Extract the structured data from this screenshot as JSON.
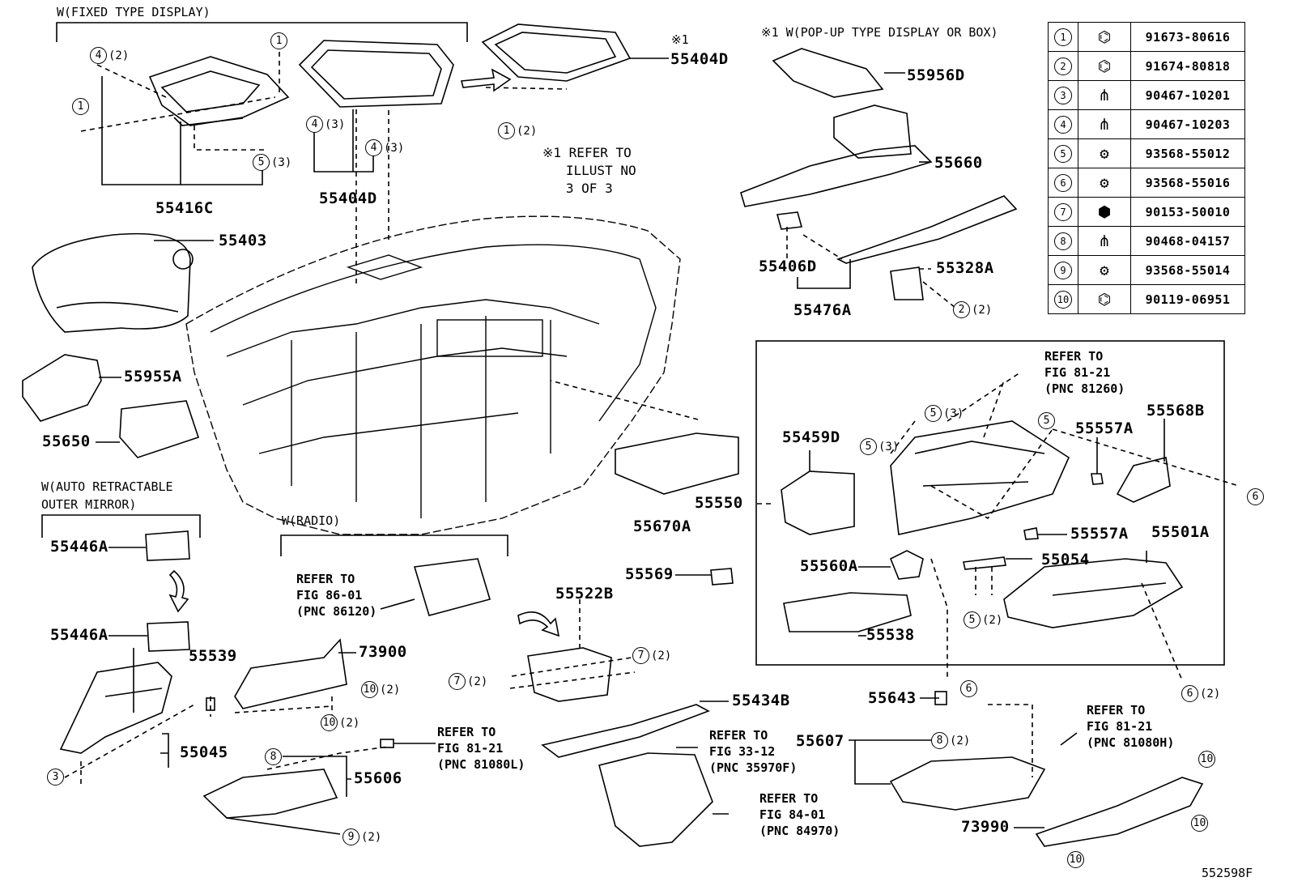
{
  "page_code": "552598F",
  "group_headings": {
    "fixed_display": "W(FIXED TYPE DISPLAY)",
    "popup_display": "※1 W(POP-UP TYPE DISPLAY OR BOX)",
    "auto_mirror_line1": "W(AUTO RETRACTABLE",
    "auto_mirror_line2": "OUTER MIRROR)",
    "radio": "W(RADIO)",
    "note_mark": "※1"
  },
  "part_numbers": {
    "p55404D_top": "55404D",
    "p55416C": "55416C",
    "p55404D": "55404D",
    "p55403": "55403",
    "p55955A": "55955A",
    "p55650": "55650",
    "p55446A_a": "55446A",
    "p55446A_b": "55446A",
    "p55539": "55539",
    "p55045": "55045",
    "p73900": "73900",
    "p55606": "55606",
    "p55522B": "55522B",
    "p55434B": "55434B",
    "p55569": "55569",
    "p55670A": "55670A",
    "p55550": "55550",
    "p55956D": "55956D",
    "p55660": "55660",
    "p55406D": "55406D",
    "p55476A": "55476A",
    "p55328A": "55328A",
    "p55459D": "55459D",
    "p55557A_a": "55557A",
    "p55568B": "55568B",
    "p55557A_b": "55557A",
    "p55501A": "55501A",
    "p55560A": "55560A",
    "p55054": "55054",
    "p55538": "55538",
    "p55643": "55643",
    "p55607": "55607",
    "p73990": "73990"
  },
  "references": {
    "illust": "※1 REFER TO\n   ILLUST NO\n   3 OF 3",
    "fig86": "REFER TO\nFIG 86-01\n(PNC 86120)",
    "fig81_81260": "REFER TO\nFIG 81-21\n(PNC 81260)",
    "fig81_81080L": "REFER TO\nFIG 81-21\n(PNC 81080L)",
    "fig33": "REFER TO\nFIG 33-12\n(PNC 35970F)",
    "fig84": "REFER TO\nFIG 84-01\n(PNC 84970)",
    "fig81_81080H": "REFER TO\nFIG 81-21\n(PNC 81080H)"
  },
  "callouts": [
    {
      "id": "c1",
      "num": "4",
      "qty": "(2)"
    },
    {
      "id": "c2",
      "num": "1",
      "qty": ""
    },
    {
      "id": "c3",
      "num": "1",
      "qty": ""
    },
    {
      "id": "c4",
      "num": "5",
      "qty": "(3)"
    },
    {
      "id": "c5",
      "num": "4",
      "qty": "(3)"
    },
    {
      "id": "c6",
      "num": "4",
      "qty": "(3)"
    },
    {
      "id": "c7",
      "num": "1",
      "qty": "(2)"
    },
    {
      "id": "c8",
      "num": "2",
      "qty": "(2)"
    },
    {
      "id": "c9",
      "num": "3",
      "qty": ""
    },
    {
      "id": "c10",
      "num": "10",
      "qty": "(2)"
    },
    {
      "id": "c11",
      "num": "10",
      "qty": "(2)"
    },
    {
      "id": "c12",
      "num": "8",
      "qty": ""
    },
    {
      "id": "c13",
      "num": "9",
      "qty": "(2)"
    },
    {
      "id": "c14",
      "num": "7",
      "qty": "(2)"
    },
    {
      "id": "c15",
      "num": "7",
      "qty": "(2)"
    },
    {
      "id": "c16",
      "num": "5",
      "qty": "(3)"
    },
    {
      "id": "c17",
      "num": "5",
      "qty": "(3)"
    },
    {
      "id": "c18",
      "num": "5",
      "qty": ""
    },
    {
      "id": "c19",
      "num": "6",
      "qty": ""
    },
    {
      "id": "c20",
      "num": "5",
      "qty": "(2)"
    },
    {
      "id": "c21",
      "num": "6",
      "qty": ""
    },
    {
      "id": "c22",
      "num": "6",
      "qty": "(2)"
    },
    {
      "id": "c23",
      "num": "8",
      "qty": "(2)"
    },
    {
      "id": "c24",
      "num": "10",
      "qty": ""
    },
    {
      "id": "c25",
      "num": "10",
      "qty": ""
    },
    {
      "id": "c26",
      "num": "10",
      "qty": ""
    }
  ],
  "hardware_table": [
    {
      "ref": "1",
      "icon": "bolt-icon",
      "part": "91673-80616"
    },
    {
      "ref": "2",
      "icon": "bolt-icon",
      "part": "91674-80818"
    },
    {
      "ref": "3",
      "icon": "clip-icon",
      "part": "90467-10201"
    },
    {
      "ref": "4",
      "icon": "clip-icon",
      "part": "90467-10203"
    },
    {
      "ref": "5",
      "icon": "screw-icon",
      "part": "93568-55012"
    },
    {
      "ref": "6",
      "icon": "screw-icon",
      "part": "93568-55016"
    },
    {
      "ref": "7",
      "icon": "nut-icon",
      "part": "90153-50010"
    },
    {
      "ref": "8",
      "icon": "clip-icon",
      "part": "90468-04157"
    },
    {
      "ref": "9",
      "icon": "screw-icon",
      "part": "93568-55014"
    },
    {
      "ref": "10",
      "icon": "bolt-icon",
      "part": "90119-06951"
    }
  ]
}
